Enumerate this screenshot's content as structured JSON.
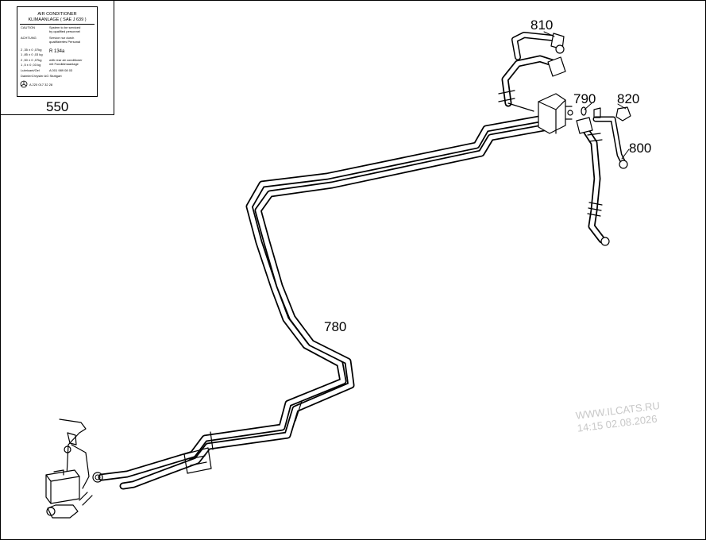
{
  "callouts": {
    "c550": "550",
    "c780": "780",
    "c790": "790",
    "c800": "800",
    "c810": "810",
    "c820": "820"
  },
  "label": {
    "title_line1": "AIR CONDITIONER",
    "title_line2": "KLIMAANLAGE ( SAE J 639 )",
    "caution_key": "CAUTION",
    "caution_text1": "System to be serviced",
    "caution_text2": "by qualified personnel",
    "achtung_key": "ACHTUNG",
    "achtung_text1": "Service nur durch",
    "achtung_text2": "qualifiziertes Personal",
    "fill1": "2 ,35 ± 0 ,07kg",
    "fill2": "1 ,85 ± 0 ,03 kg",
    "fill3": "2 ,50 ± 0 ,07kg",
    "fill4": "1 ,5 ± 0 ,03 kg",
    "refrigerant": "R 134a",
    "rear_ac1": "with rear air conditioner",
    "rear_ac2": "mit Fondklimaanlage",
    "lubricant_key": "Lubricant/Oel",
    "lubricant_part": "A 001 989 08 03",
    "maker": "DaimlerChrysler AG Stuttgart",
    "label_partno": "A 220 017 32 28"
  },
  "watermark": {
    "line1": "WWW.ILCATS.RU",
    "line2": "14:15 02.08.2026"
  }
}
